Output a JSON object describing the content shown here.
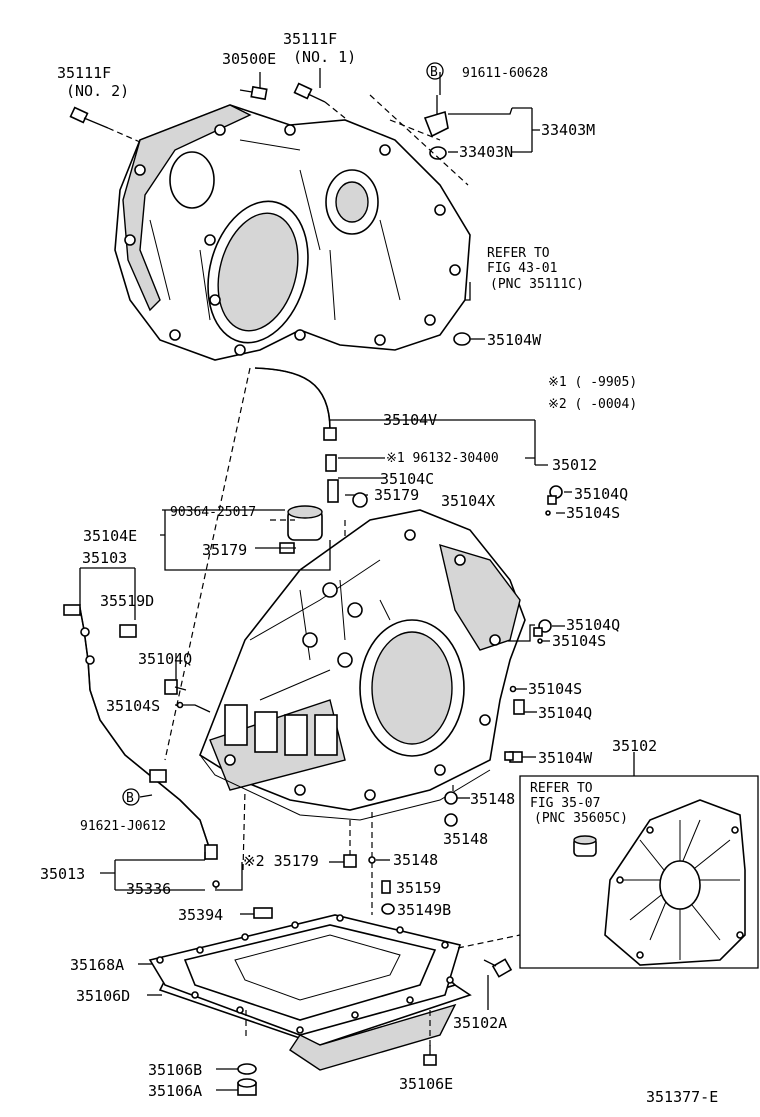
{
  "labels": {
    "p35111F_no2_a": "35111F",
    "p35111F_no2_b": "(NO. 2)",
    "p30500E": "30500E",
    "p35111F_no1_a": "35111F",
    "p35111F_no1_b": "(NO. 1)",
    "b_circle1": "B",
    "p91611": "91611-60628",
    "p33403M": "33403M",
    "p33403N": "33403N",
    "refer1_a": "REFER TO",
    "refer1_b": "FIG 43-01",
    "refer1_c": "(PNC 35111C)",
    "p35104W_top": "35104W",
    "note1": "※1 (     -9905)",
    "note2": "※2 (     -0004)",
    "p35104V": "35104V",
    "p96132": "※1 96132-30400",
    "p35012": "35012",
    "p35104C": "35104C",
    "p35179_top": "35179",
    "p35104X": "35104X",
    "p35104Q_1": "35104Q",
    "p35104S_1": "35104S",
    "p90364": "90364-25017",
    "p35104E": "35104E",
    "p35103": "35103",
    "p35179_mid": "35179",
    "p35519D": "35519D",
    "p35104Q_2": "35104Q",
    "p35104S_2": "35104S",
    "p35104Q_left": "35104Q",
    "p35104S_left": "35104S",
    "p35104S_3": "35104S",
    "p35104Q_3": "35104Q",
    "p35104W_mid": "35104W",
    "p35102": "35102",
    "refer2_a": "REFER TO",
    "refer2_b": "FIG 35-07",
    "refer2_c": "(PNC 35605C)",
    "b_circle2": "B",
    "p91621": "91621-J0612",
    "p35148_a": "35148",
    "p35148_b": "35148",
    "p35013": "35013",
    "p35179_low": "※2 35179",
    "p35148_c": "35148",
    "p35336": "35336",
    "p35159": "35159",
    "p35149B": "35149B",
    "p35394": "35394",
    "p35168A": "35168A",
    "p35106D": "35106D",
    "p35102A": "35102A",
    "p35106B": "35106B",
    "p35106A": "35106A",
    "p35106E": "35106E",
    "figure_id": "351377-E"
  }
}
